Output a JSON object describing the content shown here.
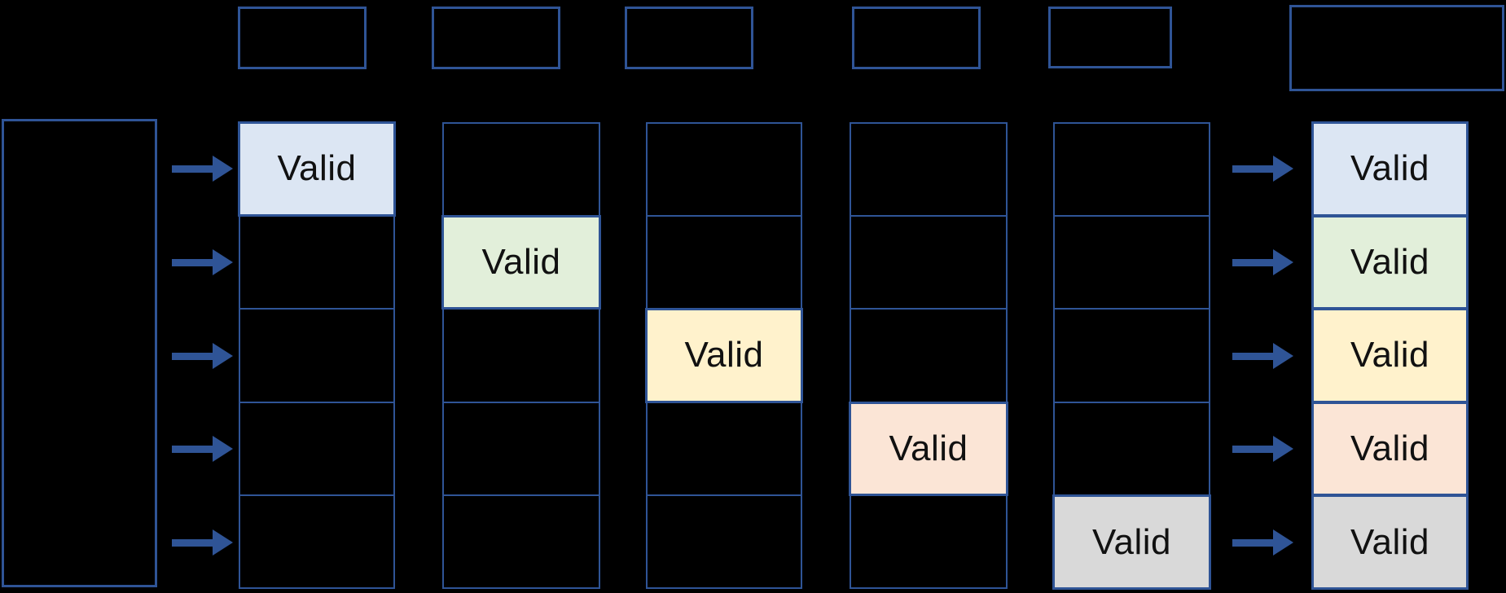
{
  "palette": {
    "background": "#000000",
    "line": "#2F5496",
    "arrow": "#2F5496",
    "label_text": "#111111",
    "valid_fills": {
      "row1": "#DCE6F3",
      "row2": "#E2EFDA",
      "row3": "#FFF2CC",
      "row4": "#FBE5D6",
      "row5": "#D9D9D9"
    }
  },
  "valid_label": "Valid",
  "top_row": {
    "small_boxes": [
      {
        "label": ""
      },
      {
        "label": ""
      },
      {
        "label": ""
      },
      {
        "label": ""
      },
      {
        "label": ""
      }
    ],
    "large_box": {
      "label": ""
    }
  },
  "source_box": {
    "label": ""
  },
  "columns": [
    {
      "name": "column-1",
      "cells": [
        {
          "label": "Valid",
          "fill": "#DCE6F3"
        },
        {
          "label": "",
          "fill": ""
        },
        {
          "label": "",
          "fill": ""
        },
        {
          "label": "",
          "fill": ""
        },
        {
          "label": "",
          "fill": ""
        }
      ]
    },
    {
      "name": "column-2",
      "cells": [
        {
          "label": "",
          "fill": ""
        },
        {
          "label": "Valid",
          "fill": "#E2EFDA"
        },
        {
          "label": "",
          "fill": ""
        },
        {
          "label": "",
          "fill": ""
        },
        {
          "label": "",
          "fill": ""
        }
      ]
    },
    {
      "name": "column-3",
      "cells": [
        {
          "label": "",
          "fill": ""
        },
        {
          "label": "",
          "fill": ""
        },
        {
          "label": "Valid",
          "fill": "#FFF2CC"
        },
        {
          "label": "",
          "fill": ""
        },
        {
          "label": "",
          "fill": ""
        }
      ]
    },
    {
      "name": "column-4",
      "cells": [
        {
          "label": "",
          "fill": ""
        },
        {
          "label": "",
          "fill": ""
        },
        {
          "label": "",
          "fill": ""
        },
        {
          "label": "Valid",
          "fill": "#FBE5D6"
        },
        {
          "label": "",
          "fill": ""
        }
      ]
    },
    {
      "name": "column-5",
      "cells": [
        {
          "label": "",
          "fill": ""
        },
        {
          "label": "",
          "fill": ""
        },
        {
          "label": "",
          "fill": ""
        },
        {
          "label": "",
          "fill": ""
        },
        {
          "label": "Valid",
          "fill": "#D9D9D9"
        }
      ]
    },
    {
      "name": "column-6",
      "cells": [
        {
          "label": "Valid",
          "fill": "#DCE6F3"
        },
        {
          "label": "Valid",
          "fill": "#E2EFDA"
        },
        {
          "label": "Valid",
          "fill": "#FFF2CC"
        },
        {
          "label": "Valid",
          "fill": "#FBE5D6"
        },
        {
          "label": "Valid",
          "fill": "#D9D9D9"
        }
      ]
    }
  ],
  "arrows": {
    "left_count": 5,
    "right_count": 5,
    "direction": "right"
  }
}
